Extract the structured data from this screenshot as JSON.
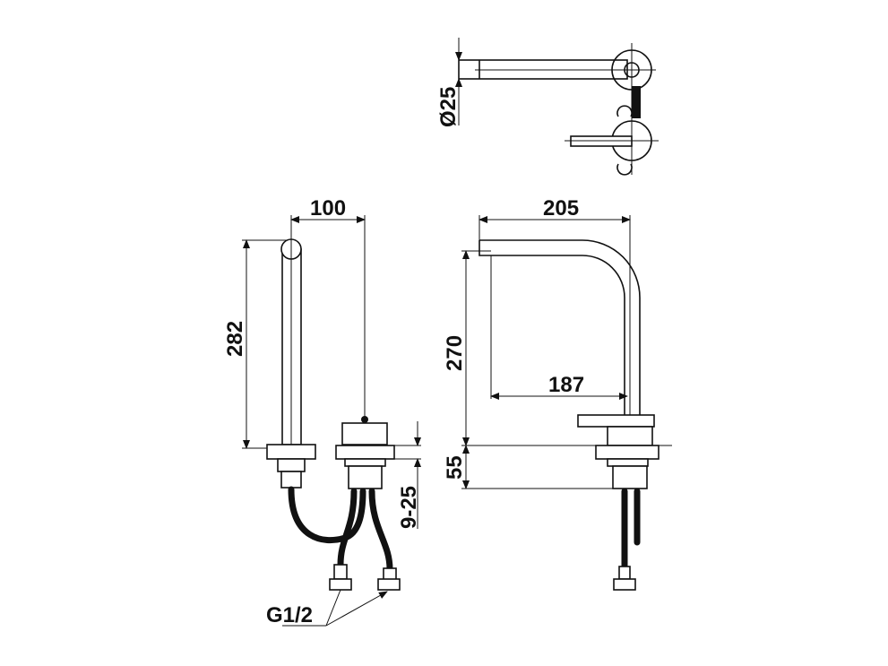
{
  "dimensions": {
    "top_diameter": "Ø25",
    "left_width": "100",
    "left_height": "282",
    "right_reach": "205",
    "right_height": "270",
    "right_inner_reach": "187",
    "base_height": "55",
    "deck_thickness": "9-25",
    "connection": "G1/2"
  },
  "colors": {
    "line": "#111111",
    "background": "#ffffff"
  }
}
